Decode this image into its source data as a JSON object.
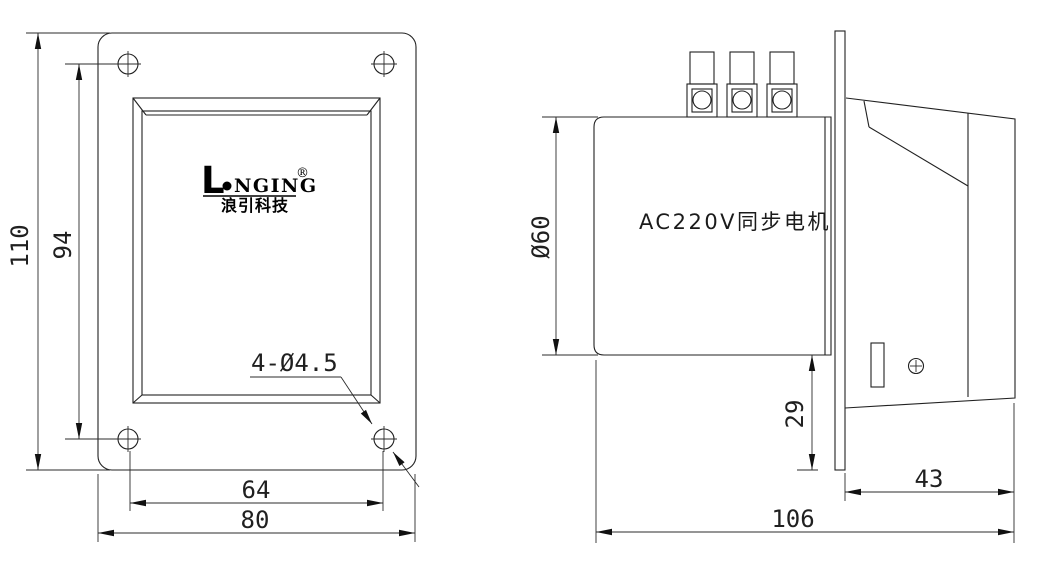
{
  "drawing": {
    "front_view": {
      "logo": {
        "initial": "L",
        "name_rest": "NGING",
        "registered": "®",
        "subtitle": "浪引科技"
      },
      "dimensions": {
        "overall_height": "110",
        "hole_spacing_vertical": "94",
        "hole_spacing_horizontal": "64",
        "overall_width": "80",
        "hole_callout": "4-Ø4.5"
      }
    },
    "side_view": {
      "motor_label": "AC220V同步电机",
      "dimensions": {
        "body_diameter": "Ø60",
        "rear_depth": "29",
        "front_depth": "43",
        "overall_depth": "106"
      }
    }
  }
}
